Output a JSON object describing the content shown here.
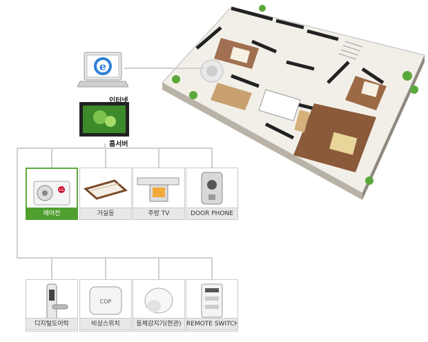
{
  "labels": {
    "internet": "인터넷",
    "homeserver": "홈서버"
  },
  "devices": [
    {
      "label": "에어컨",
      "icon": "air-conditioner-icon",
      "active": true
    },
    {
      "label": "거실등",
      "icon": "ceiling-light-icon",
      "active": false
    },
    {
      "label": "주방 TV",
      "icon": "kitchen-tv-icon",
      "active": false
    },
    {
      "label": "DOOR PHONE",
      "icon": "door-phone-icon",
      "active": false
    },
    {
      "label": "디지털도어락",
      "icon": "door-lock-icon",
      "active": false
    },
    {
      "label": "비상스위치",
      "icon": "emergency-switch-icon",
      "active": false
    },
    {
      "label": "동체감지기(현관)",
      "icon": "motion-sensor-icon",
      "active": false
    },
    {
      "label": "REMOTE SWITCH",
      "icon": "remote-switch-icon",
      "active": false
    }
  ],
  "colors": {
    "accent": "#4f9f2e",
    "line": "#cfcfcf"
  }
}
